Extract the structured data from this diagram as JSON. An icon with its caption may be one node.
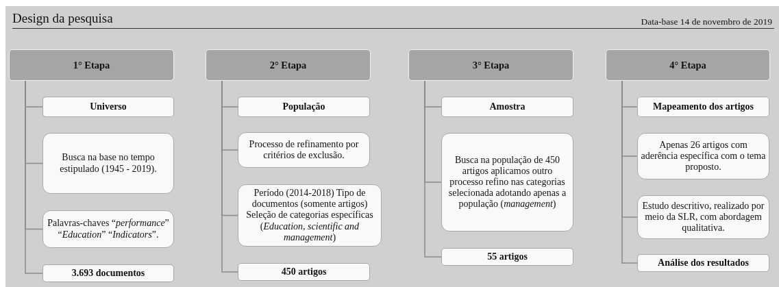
{
  "diagram": {
    "title": "Design da pesquisa",
    "nodes": [
      {
        "text": [
          "1° Etapa"
        ]
      },
      {
        "text": [
          "Universo"
        ]
      },
      {
        "text": [
          "Busca na base no tempo estipulado (1945 - 2019)."
        ]
      },
      {
        "text": [
          "Palavras-chaves “*performance*” “*Education*” “*Indicators*”."
        ]
      },
      {
        "text": [
          "3.693 documentos"
        ]
      },
      {
        "text": [
          "2° Etapa"
        ]
      },
      {
        "text": [
          "População"
        ]
      },
      {
        "text": [
          "Processo de refinamento por critérios de exclusão."
        ]
      },
      {
        "text": [
          "Período (2014-2018) Tipo de documentos (somente artigos) Seleção de categorias específicas (*Education, scientific and management*)"
        ]
      },
      {
        "text": [
          "450 artigos"
        ]
      },
      {
        "text": [
          "3° Etapa"
        ]
      },
      {
        "text": [
          "Amostra"
        ]
      },
      {
        "text": [
          "Busca na população de 450 artigos aplicamos outro processo refino nas categorias selecionada adotando apenas a população (*management*)"
        ]
      },
      {
        "text": [
          "55 artigos"
        ]
      },
      {
        "text": [
          "4° Etapa"
        ]
      },
      {
        "text": [
          "Mapeamento dos artigos"
        ]
      },
      {
        "text": [
          "Apenas 26 artigos com aderência específica com o tema proposto."
        ]
      },
      {
        "text": [
          "Estudo descritivo, realizado por meio da SLR, com abordagem qualitativa."
        ]
      },
      {
        "text": [
          "Análise dos resultados"
        ]
      }
    ],
    "edges": [
      {
        "from": 0,
        "to": 1,
        "arrow": "none"
      },
      {
        "from": 0,
        "to": 2,
        "arrow": "none"
      },
      {
        "from": 0,
        "to": 3,
        "arrow": "none"
      },
      {
        "from": 0,
        "to": 4,
        "arrow": "none"
      },
      {
        "from": 5,
        "to": 6,
        "arrow": "none"
      },
      {
        "from": 5,
        "to": 7,
        "arrow": "none"
      },
      {
        "from": 5,
        "to": 8,
        "arrow": "none"
      },
      {
        "from": 5,
        "to": 9,
        "arrow": "none"
      },
      {
        "from": 10,
        "to": 11,
        "arrow": "none"
      },
      {
        "from": 10,
        "to": 12,
        "arrow": "none"
      },
      {
        "from": 10,
        "to": 13,
        "arrow": "none"
      },
      {
        "from": 14,
        "to": 15,
        "arrow": "none"
      },
      {
        "from": 14,
        "to": 16,
        "arrow": "none"
      },
      {
        "from": 14,
        "to": 17,
        "arrow": "none"
      },
      {
        "from": 14,
        "to": 18,
        "arrow": "none"
      }
    ],
    "labels": [
      "Data-base 14 de novembro de 2019"
    ]
  }
}
